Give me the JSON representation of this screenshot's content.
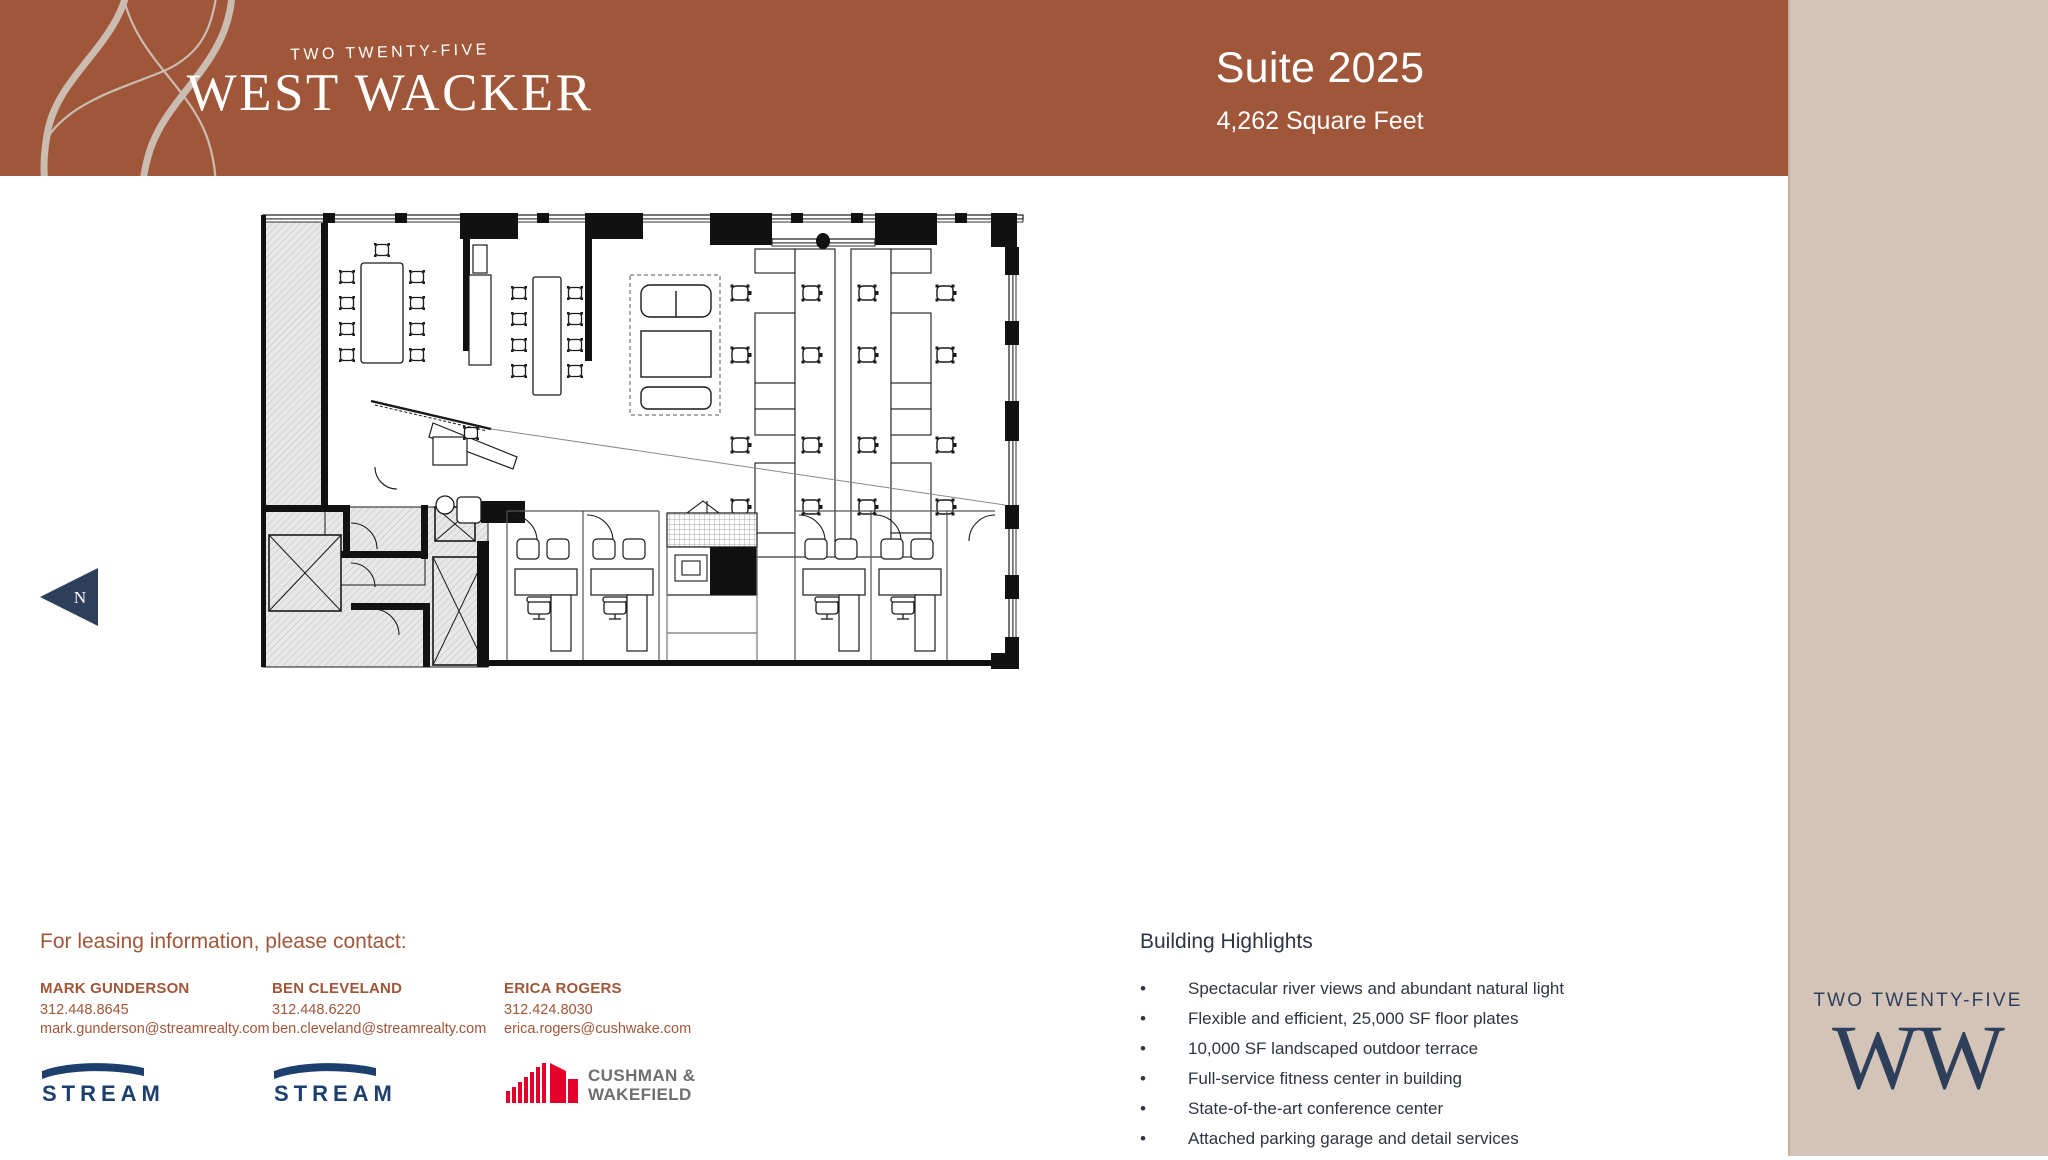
{
  "header": {
    "brand_eyebrow": "TWO TWENTY-FIVE",
    "brand_wordmark": "WEST WACKER",
    "suite_title": "Suite 2025",
    "suite_sf": "4,262 Square Feet",
    "background_color": "#A05639"
  },
  "sidebar": {
    "logo_eyebrow": "TWO TWENTY-FIVE",
    "logo_monogram": "WW",
    "background_color": "#D4C4B8",
    "logo_color": "#2E3F5C"
  },
  "floorplan": {
    "north_label": "N",
    "north_arrow_color": "#2E3F5C"
  },
  "contacts": {
    "heading": "For leasing information, please contact:",
    "accent_color": "#A05639",
    "people": [
      {
        "name": "MARK GUNDERSON",
        "phone": "312.448.8645",
        "email": "mark.gunderson@streamrealty.com",
        "company_logo": "stream-logo"
      },
      {
        "name": "BEN CLEVELAND",
        "phone": "312.448.6220",
        "email": "ben.cleveland@streamrealty.com",
        "company_logo": "stream-logo"
      },
      {
        "name": "ERICA ROGERS",
        "phone": "312.424.8030",
        "email": "erica.rogers@cushwake.com",
        "company_logo": "cushman-wakefield-logo"
      }
    ],
    "stream_logo_text": "STREAM",
    "stream_logo_color": "#1C3F6E",
    "cushman_logo_line1": "CUSHMAN &",
    "cushman_logo_line2": "WAKEFIELD",
    "cushman_logo_text_color": "#6E6E6E",
    "cushman_logo_mark_color": "#E4002B"
  },
  "highlights": {
    "heading": "Building Highlights",
    "bullet_char": "•",
    "items": [
      "Spectacular river views and abundant natural light",
      "Flexible and efficient, 25,000 SF floor plates",
      "10,000 SF landscaped outdoor terrace",
      "Full-service fitness center in building",
      "State-of-the-art conference center",
      "Attached parking garage and detail services"
    ]
  }
}
